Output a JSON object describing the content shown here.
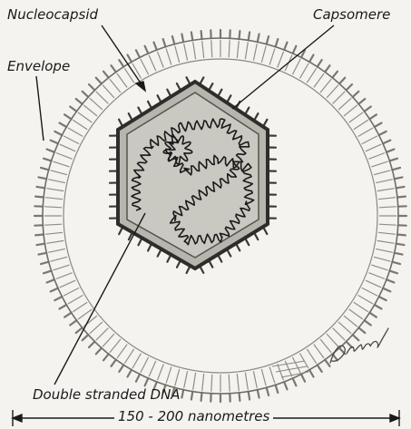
{
  "labels": {
    "nucleocapsid": "Nucleocapsid",
    "capsomere": "Capsomere",
    "envelope": "Envelope",
    "dna": "Double stranded DNA",
    "scale": "150 - 200 nanometres"
  },
  "signature_text": "Drummond",
  "colors": {
    "background": "#f4f3ef",
    "ink": "#1a1a1a",
    "capsid_fill": "#b7b5ae",
    "core_fill": "#c9c8c1",
    "envelope_ink": "#6f6d66"
  }
}
